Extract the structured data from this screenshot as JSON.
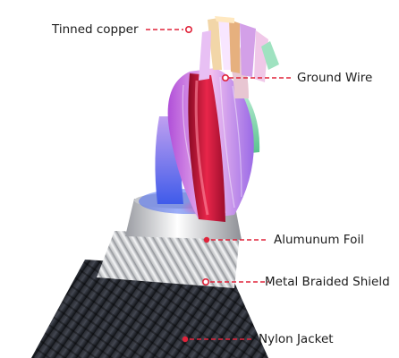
{
  "diagram": {
    "labels": {
      "tinned_copper": "Tinned copper",
      "ground_wire": "Ground Wire",
      "aluminum_foil": "Alumunum Foil",
      "braided_shield": "Metal Braided Shield",
      "nylon_jacket": "Nylon Jacket"
    },
    "colors": {
      "leader_line": "#e0233a",
      "marker": "#e0233a",
      "nylon": "#1c1f26",
      "braid": "#c7c9cc",
      "foil": "#d8d8dc",
      "wire_red": "#d3163a",
      "wire_pink": "#e6a0e0",
      "wire_blue": "#6a7ae8",
      "wire_green": "#8ee0b0",
      "copper": "#e8b070"
    }
  }
}
